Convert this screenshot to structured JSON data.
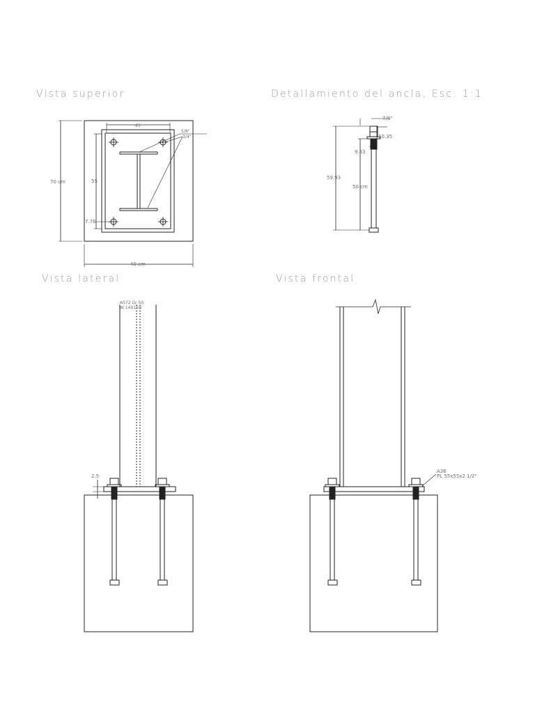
{
  "titles": {
    "top": "Vista superior",
    "detail": "Detallamiento del ancla, Esc: 1:1",
    "side": "Vista lateral",
    "front": "Vista frontal"
  },
  "dims": {
    "height_70": "70 cm",
    "inner_55v": "55",
    "inner_top": "45",
    "bolt_spacing": "7.76",
    "width_40": "40 cm",
    "bolt_size_1": "5/8\"",
    "bolt_size_2": "3/4\"",
    "diam_7_8": "7/8\"",
    "d_10_35": "10.35",
    "d_9_33": "9.33",
    "d_59_93": "59.93",
    "d_50": "50 cm",
    "plate_thk": "2.5",
    "col_note_1": "A572 Gr 50",
    "col_note_2": "W 14X159",
    "steel_grade": "A36",
    "plate_spec": "PL 55x55x2 1/2\""
  }
}
